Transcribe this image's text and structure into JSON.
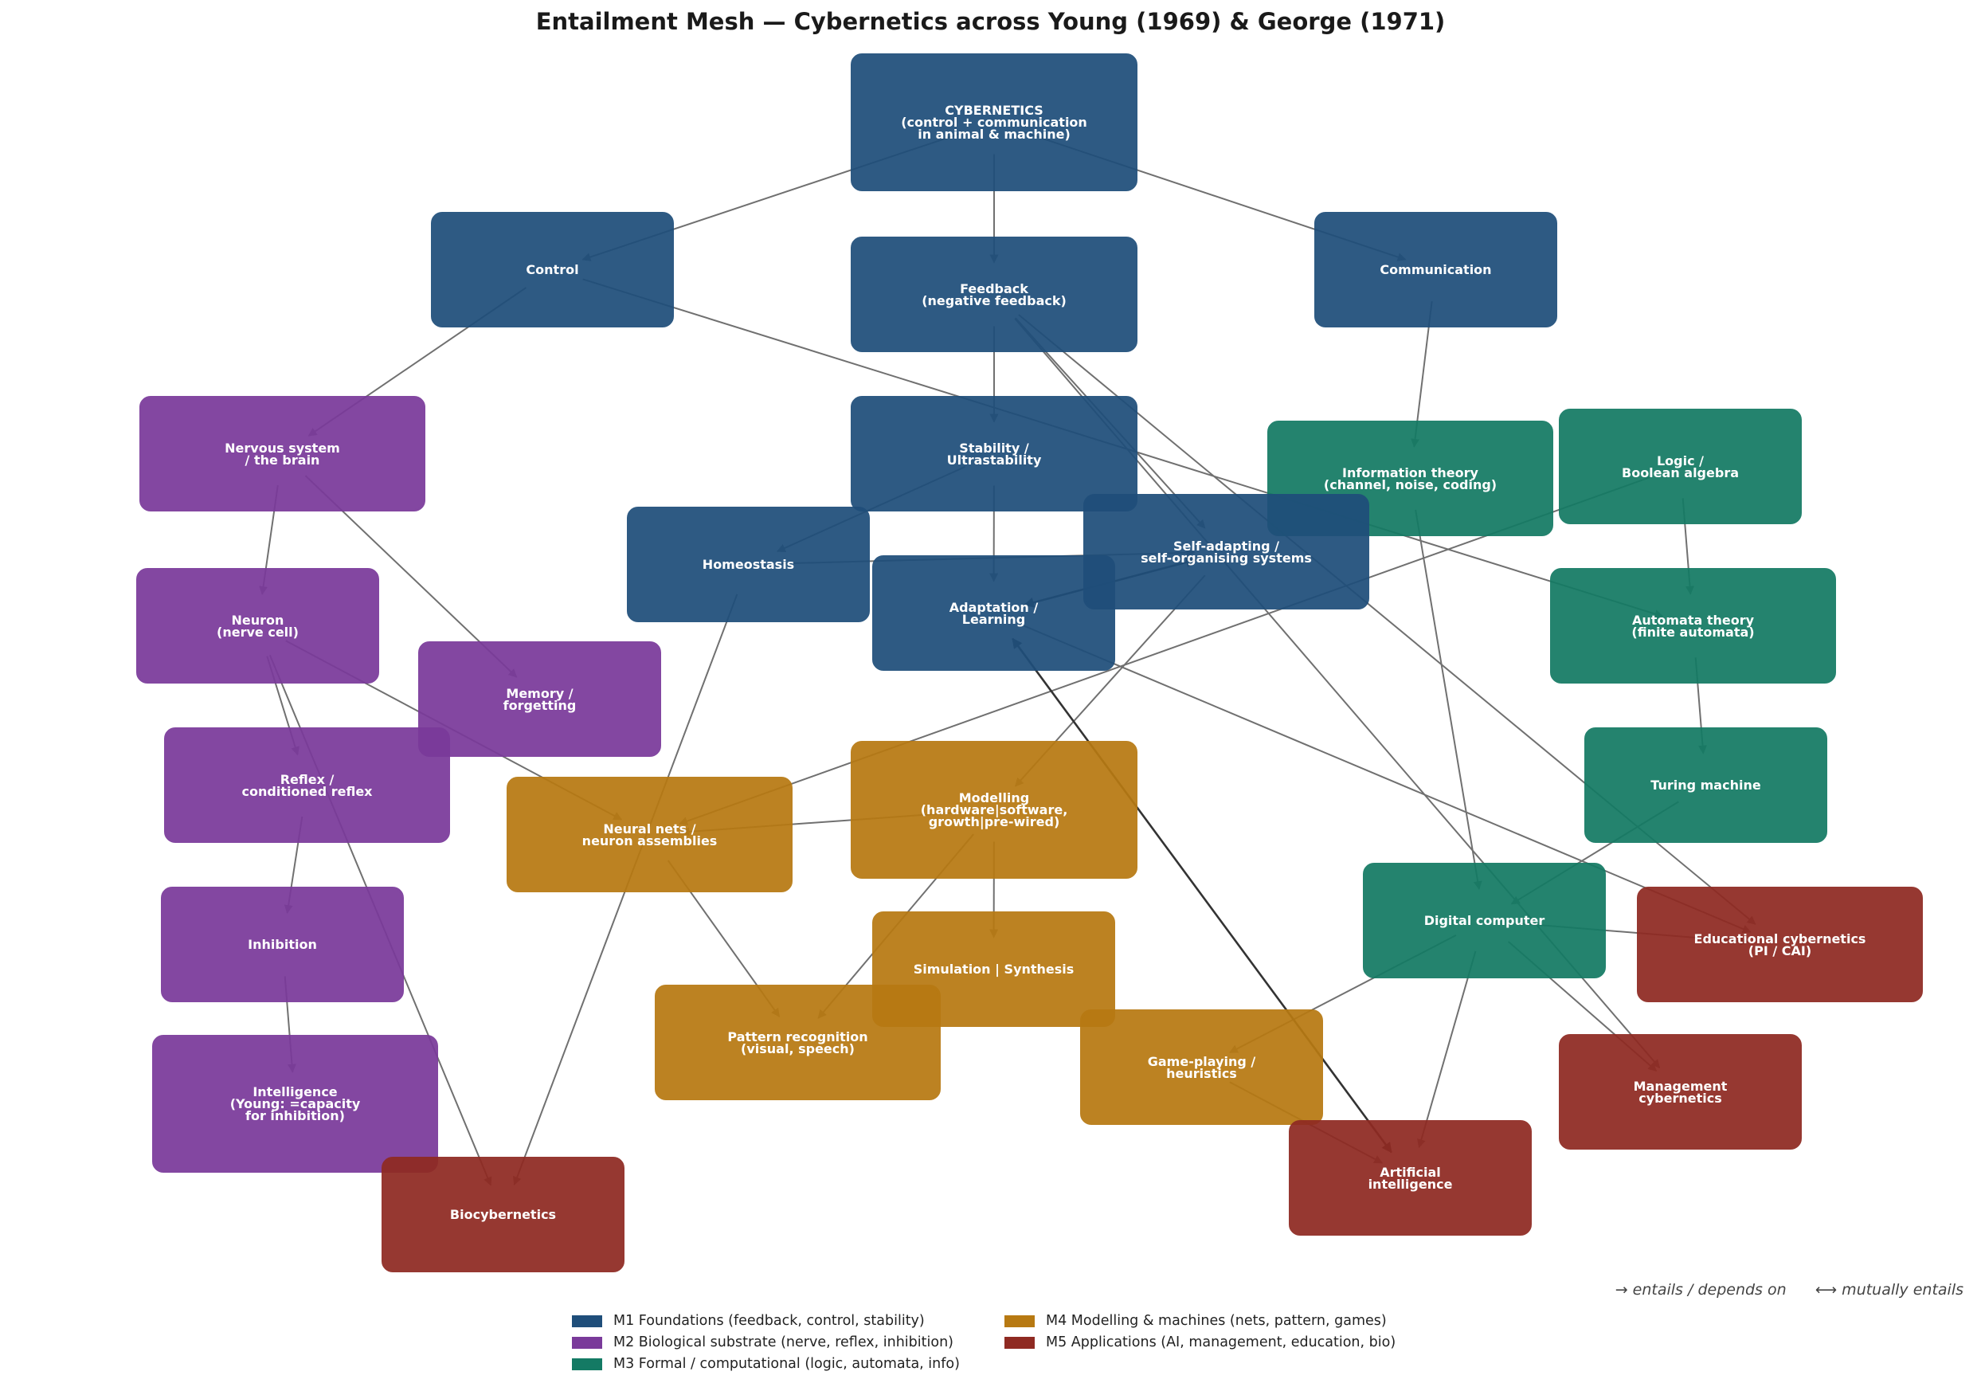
{
  "title": "Entailment Mesh — Cybernetics across Young (1969) & George (1971)",
  "note": {
    "entails": "→ entails / depends on",
    "mutual": "⟷ mutually entails"
  },
  "colors": {
    "M1": "#1f4e7a",
    "M2": "#7a3a9a",
    "M3": "#147a64",
    "M4": "#b77912",
    "M5": "#8f2a22",
    "edge": "#707070",
    "mutual_edge": "#333333"
  },
  "legend": [
    {
      "id": "M1",
      "label": "M1 Foundations (feedback, control, stability)"
    },
    {
      "id": "M2",
      "label": "M2 Biological substrate (nerve, reflex, inhibition)"
    },
    {
      "id": "M3",
      "label": "M3 Formal / computational (logic, automata, info)"
    },
    {
      "id": "M4",
      "label": "M4 Modelling & machines (nets, pattern, games)"
    },
    {
      "id": "M5",
      "label": "M5 Applications (AI, management, education, bio)"
    }
  ],
  "nodes": {
    "cybernetics": "CYBERNETICS\n(control + communication\nin animal & machine)",
    "control": "Control",
    "feedback": "Feedback\n(negative feedback)",
    "communication": "Communication",
    "nervous": "Nervous system\n/ the brain",
    "stability": "Stability /\nUltrastability",
    "info": "Information theory\n(channel, noise, coding)",
    "logic": "Logic /\nBoolean algebra",
    "homeostasis": "Homeostasis",
    "selfadapt": "Self-adapting /\nself-organising systems",
    "neuron": "Neuron\n(nerve cell)",
    "adaptation": "Adaptation /\nLearning",
    "automata": "Automata theory\n(finite automata)",
    "memory": "Memory /\nforgetting",
    "reflex": "Reflex /\nconditioned reflex",
    "modelling": "Modelling\n(hardware|software,\ngrowth|pre-wired)",
    "turing": "Turing machine",
    "neuralnets": "Neural nets /\nneuron assemblies",
    "digital": "Digital computer",
    "inhibition": "Inhibition",
    "educational": "Educational cybernetics\n(PI / CAI)",
    "simulation": "Simulation | Synthesis",
    "pattern": "Pattern recognition\n(visual, speech)",
    "management": "Management\ncybernetics",
    "gameplaying": "Game-playing /\nheuristics",
    "intelligence": "Intelligence\n(Young: =capacity\nfor inhibition)",
    "ai": "Artificial\nintelligence",
    "biocybernetics": "Biocybernetics"
  },
  "node_module": {
    "cybernetics": "M1",
    "control": "M1",
    "feedback": "M1",
    "communication": "M1",
    "stability": "M1",
    "homeostasis": "M1",
    "selfadapt": "M1",
    "adaptation": "M1",
    "nervous": "M2",
    "neuron": "M2",
    "memory": "M2",
    "reflex": "M2",
    "inhibition": "M2",
    "intelligence": "M2",
    "info": "M3",
    "logic": "M3",
    "automata": "M3",
    "turing": "M3",
    "digital": "M3",
    "modelling": "M4",
    "neuralnets": "M4",
    "simulation": "M4",
    "pattern": "M4",
    "gameplaying": "M4",
    "educational": "M5",
    "management": "M5",
    "ai": "M5",
    "biocybernetics": "M5"
  },
  "edges": [
    {
      "from": "cybernetics",
      "to": "control"
    },
    {
      "from": "cybernetics",
      "to": "feedback"
    },
    {
      "from": "cybernetics",
      "to": "communication"
    },
    {
      "from": "control",
      "to": "nervous"
    },
    {
      "from": "control",
      "to": "automata"
    },
    {
      "from": "feedback",
      "to": "stability"
    },
    {
      "from": "feedback",
      "to": "selfadapt"
    },
    {
      "from": "feedback",
      "to": "educational"
    },
    {
      "from": "feedback",
      "to": "management"
    },
    {
      "from": "communication",
      "to": "info"
    },
    {
      "from": "stability",
      "to": "homeostasis"
    },
    {
      "from": "stability",
      "to": "adaptation"
    },
    {
      "from": "homeostasis",
      "to": "selfadapt"
    },
    {
      "from": "homeostasis",
      "to": "biocybernetics"
    },
    {
      "from": "selfadapt",
      "to": "modelling"
    },
    {
      "from": "adaptation",
      "to": "educational"
    },
    {
      "from": "nervous",
      "to": "neuron"
    },
    {
      "from": "nervous",
      "to": "memory"
    },
    {
      "from": "neuron",
      "to": "reflex"
    },
    {
      "from": "neuron",
      "to": "neuralnets"
    },
    {
      "from": "neuron",
      "to": "biocybernetics"
    },
    {
      "from": "reflex",
      "to": "inhibition"
    },
    {
      "from": "inhibition",
      "to": "intelligence"
    },
    {
      "from": "info",
      "to": "digital"
    },
    {
      "from": "logic",
      "to": "automata"
    },
    {
      "from": "logic",
      "to": "neuralnets"
    },
    {
      "from": "automata",
      "to": "turing"
    },
    {
      "from": "turing",
      "to": "digital"
    },
    {
      "from": "modelling",
      "to": "neuralnets"
    },
    {
      "from": "modelling",
      "to": "simulation"
    },
    {
      "from": "modelling",
      "to": "pattern"
    },
    {
      "from": "neuralnets",
      "to": "pattern"
    },
    {
      "from": "digital",
      "to": "gameplaying"
    },
    {
      "from": "digital",
      "to": "ai"
    },
    {
      "from": "digital",
      "to": "management"
    },
    {
      "from": "digital",
      "to": "educational"
    },
    {
      "from": "gameplaying",
      "to": "ai"
    }
  ],
  "mutual_edges": [
    {
      "a": "selfadapt",
      "b": "adaptation"
    },
    {
      "a": "adaptation",
      "b": "ai"
    }
  ]
}
